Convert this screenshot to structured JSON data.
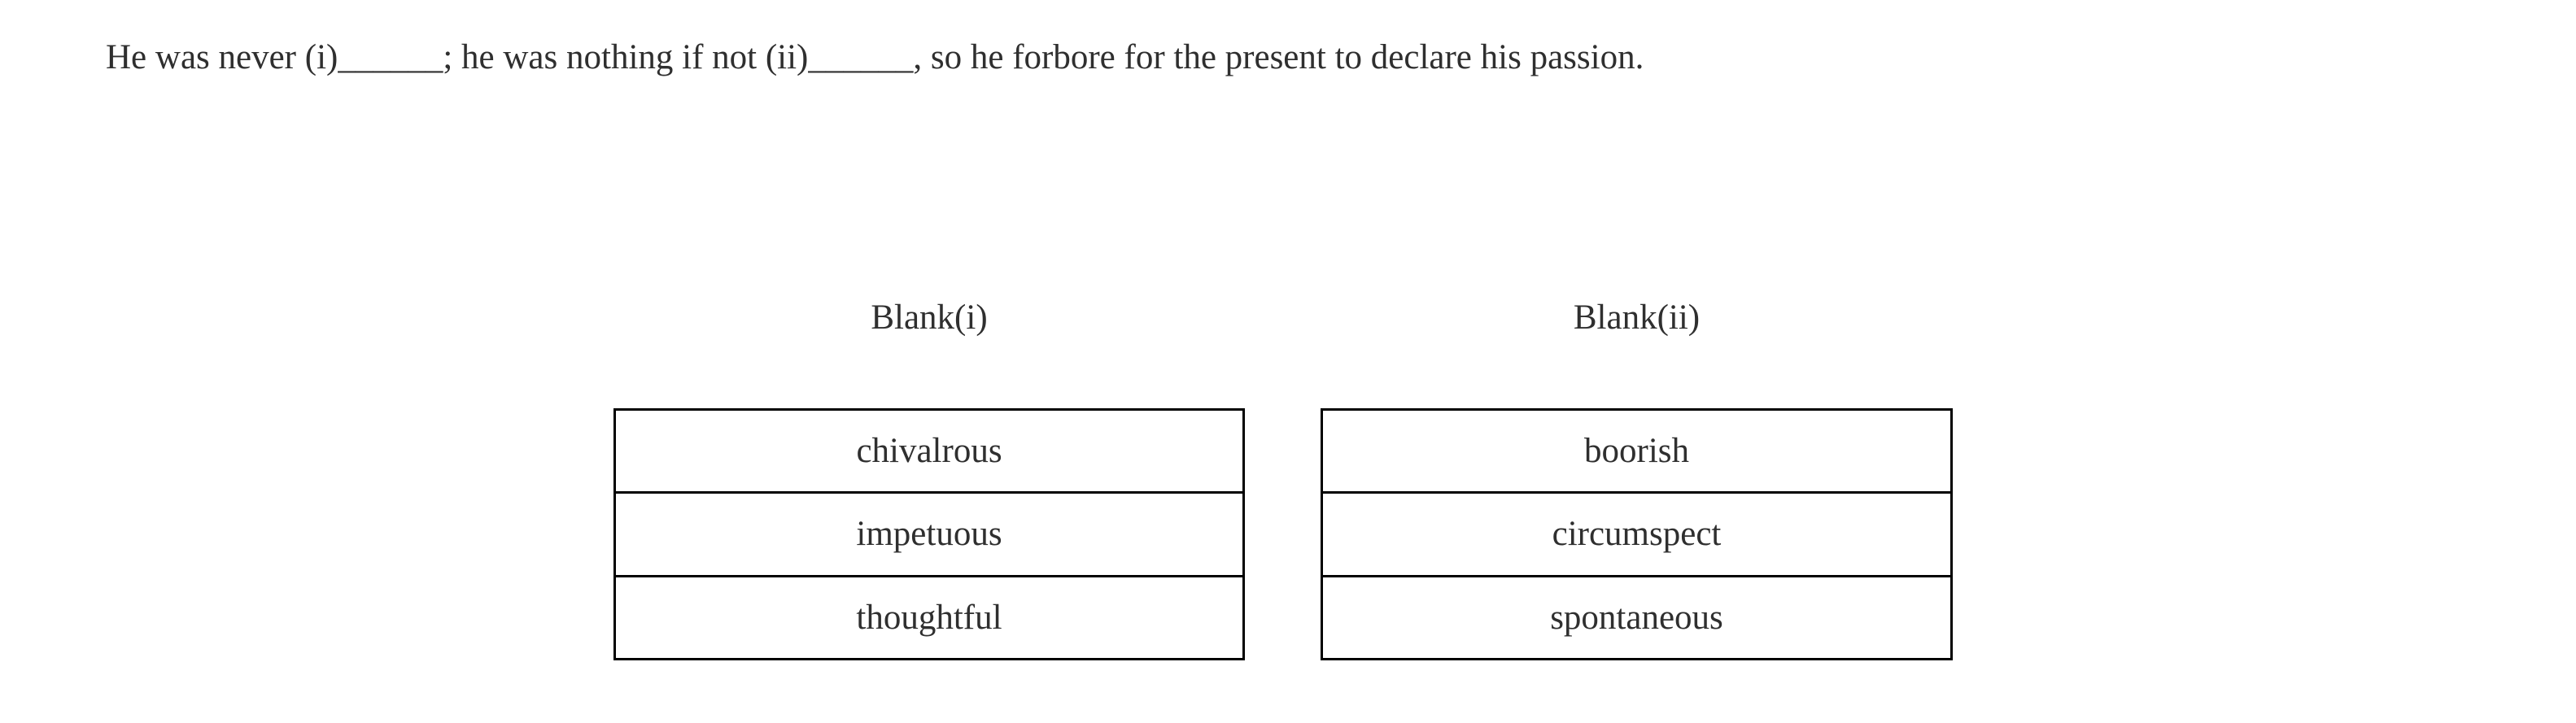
{
  "page": {
    "background_color": "#ffffff",
    "text_color": "#2f2f2f",
    "table_border_color": "#000000"
  },
  "question": {
    "sentence": "He was never (i)______; he was nothing if not (ii)______, so he forbore for the present to declare his passion."
  },
  "blanks": [
    {
      "label": "Blank(i)",
      "options": [
        "chivalrous",
        "impetuous",
        "thoughtful"
      ]
    },
    {
      "label": "Blank(ii)",
      "options": [
        "boorish",
        "circumspect",
        "spontaneous"
      ]
    }
  ]
}
